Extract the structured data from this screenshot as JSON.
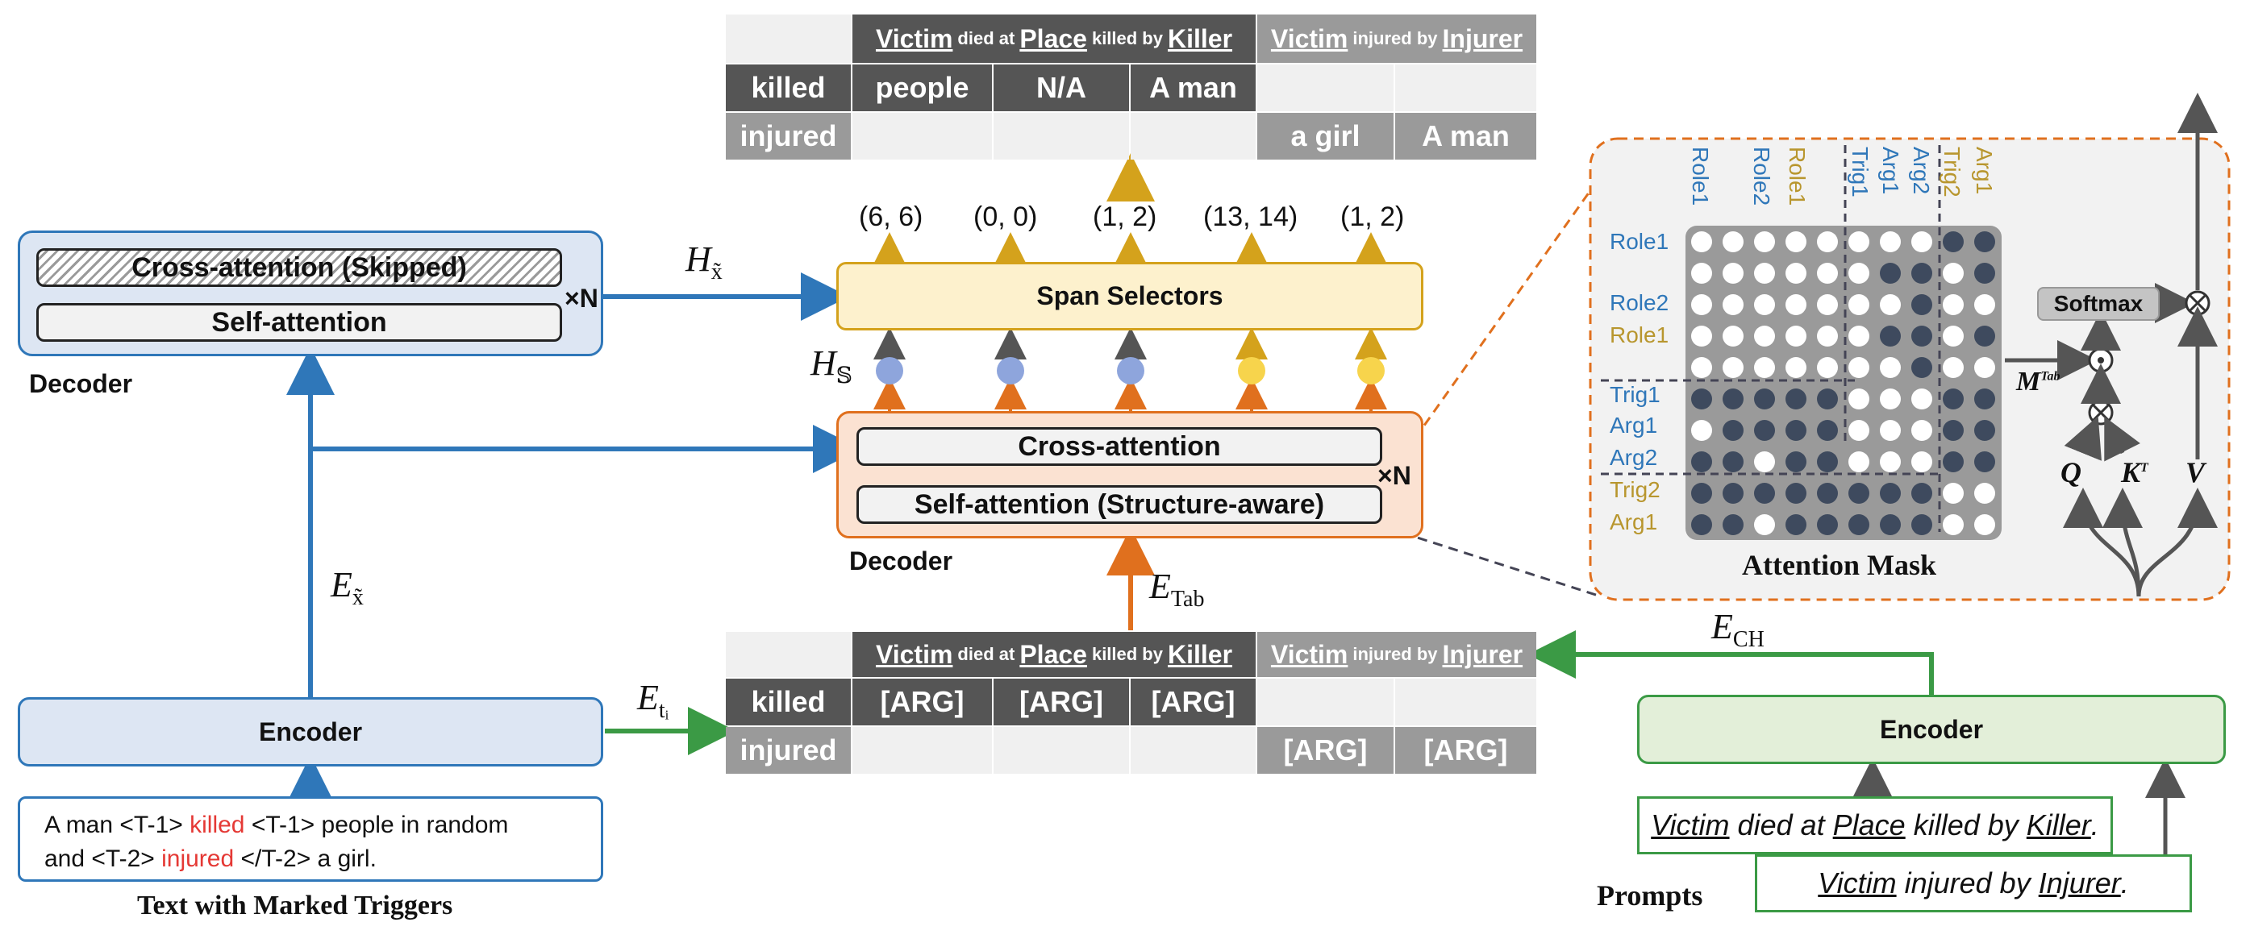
{
  "left": {
    "decoder_cross": "Cross-attention (Skipped)",
    "decoder_self": "Self-attention",
    "times_n": "×N",
    "decoder_label": "Decoder",
    "encoder_label": "Encoder",
    "text_line1_a": "A man <T-1> ",
    "text_line1_trigger": "killed",
    "text_line1_b": " <T-1> people in random",
    "text_line2_a": "and <T-2> ",
    "text_line2_trigger": "injured",
    "text_line2_b": " </T-2> a girl.",
    "text_caption": "Text with Marked Triggers",
    "h_x": "H",
    "h_x_sub": "x̃",
    "e_x": "E",
    "e_x_sub": "x̃",
    "e_ti": "E",
    "e_ti_sub": "tᵢ"
  },
  "top_table": {
    "header1": {
      "a": "Victim",
      "b": "died at",
      "c": "Place",
      "d": "killed by",
      "e": "Killer"
    },
    "header2": {
      "a": "Victim",
      "b": "injured by",
      "c": "Injurer"
    },
    "row1": [
      "killed",
      "people",
      "N/A",
      "A man",
      "",
      ""
    ],
    "row2": [
      "injured",
      "",
      "",
      "",
      "a girl",
      "A man"
    ]
  },
  "tuples": [
    "(6, 6)",
    "(0, 0)",
    "(1, 2)",
    "(13, 14)",
    "(1, 2)"
  ],
  "middle": {
    "span_selectors": "Span Selectors",
    "h_s": "H",
    "h_s_sub": "𝕊",
    "cross_attention": "Cross-attention",
    "self_attention": "Self-attention (Structure-aware)",
    "times_n": "×N",
    "decoder_label": "Decoder",
    "e_tab": "E",
    "e_tab_sub": "Tab"
  },
  "bottom_table": {
    "header1": {
      "a": "Victim",
      "b": "died at",
      "c": "Place",
      "d": "killed by",
      "e": "Killer"
    },
    "header2": {
      "a": "Victim",
      "b": "injured by",
      "c": "Injurer"
    },
    "row1": [
      "killed",
      "[ARG]",
      "[ARG]",
      "[ARG]",
      "",
      ""
    ],
    "row2": [
      "injured",
      "",
      "",
      "",
      "[ARG]",
      "[ARG]"
    ]
  },
  "right": {
    "col_labels": [
      "Role1",
      "Role2",
      "Role1",
      "Trig1",
      "Arg1",
      "Arg2",
      "Trig2",
      "Arg1"
    ],
    "row_labels": [
      "Role1",
      "Role2",
      "Role1",
      "Trig1",
      "Arg1",
      "Arg2",
      "Trig2",
      "Arg1"
    ],
    "attention_mask": "Attention Mask",
    "softmax": "Softmax",
    "m_tab": "M",
    "m_tab_sup": "Tab",
    "q": "Q",
    "k": "K",
    "k_sup": "T",
    "v": "V",
    "e_ch": "E",
    "e_ch_sub": "CH",
    "encoder_label": "Encoder",
    "prompt1": {
      "a": "Victim",
      "b": " died at ",
      "c": "Place",
      "d": " killed by ",
      "e": "Killer",
      "f": "."
    },
    "prompt2": {
      "a": "Victim",
      "b": " injured by ",
      "c": "Injurer",
      "d": "."
    },
    "prompts_label": "Prompts"
  },
  "colors": {
    "blue": "#2f77b9",
    "green": "#3b9a45",
    "orange": "#e0701e",
    "gold": "#d4a21c",
    "trigger_red": "#e53935"
  }
}
